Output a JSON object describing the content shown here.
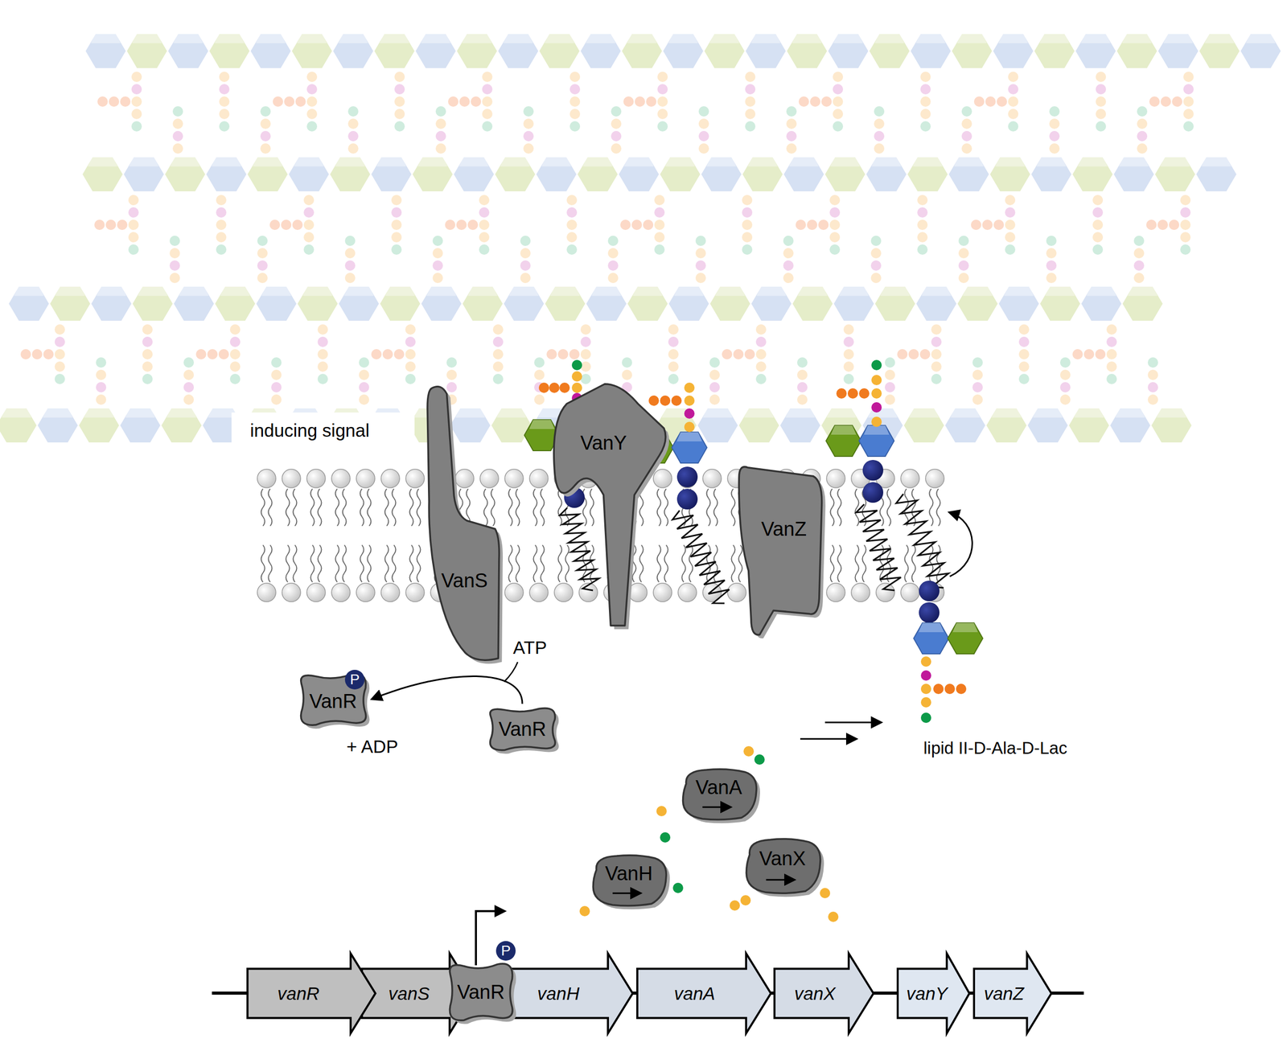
{
  "diagram": {
    "nodes": [
      {
        "text": [
          "VanY"
        ]
      },
      {
        "text": [
          "VanS"
        ]
      },
      {
        "text": [
          "VanZ"
        ]
      },
      {
        "text": [
          "VanR"
        ]
      },
      {
        "text": [
          "VanR"
        ]
      },
      {
        "text": [
          "VanA"
        ]
      },
      {
        "text": [
          "VanH"
        ]
      },
      {
        "text": [
          "VanX"
        ]
      },
      {
        "text": [
          "vanR"
        ]
      },
      {
        "text": [
          "vanS"
        ]
      },
      {
        "text": [
          "VanR"
        ]
      },
      {
        "text": [
          "vanH"
        ]
      },
      {
        "text": [
          "vanA"
        ]
      },
      {
        "text": [
          "vanX"
        ]
      },
      {
        "text": [
          "vanY"
        ]
      },
      {
        "text": [
          "vanZ"
        ]
      }
    ],
    "edges": [
      {
        "from": 4,
        "to": 3,
        "arrow": "to"
      }
    ],
    "labels": [
      "inducing signal",
      "ATP",
      "+ ADP",
      "P",
      "P",
      "lipid II-D-Ala-D-Lac"
    ]
  }
}
